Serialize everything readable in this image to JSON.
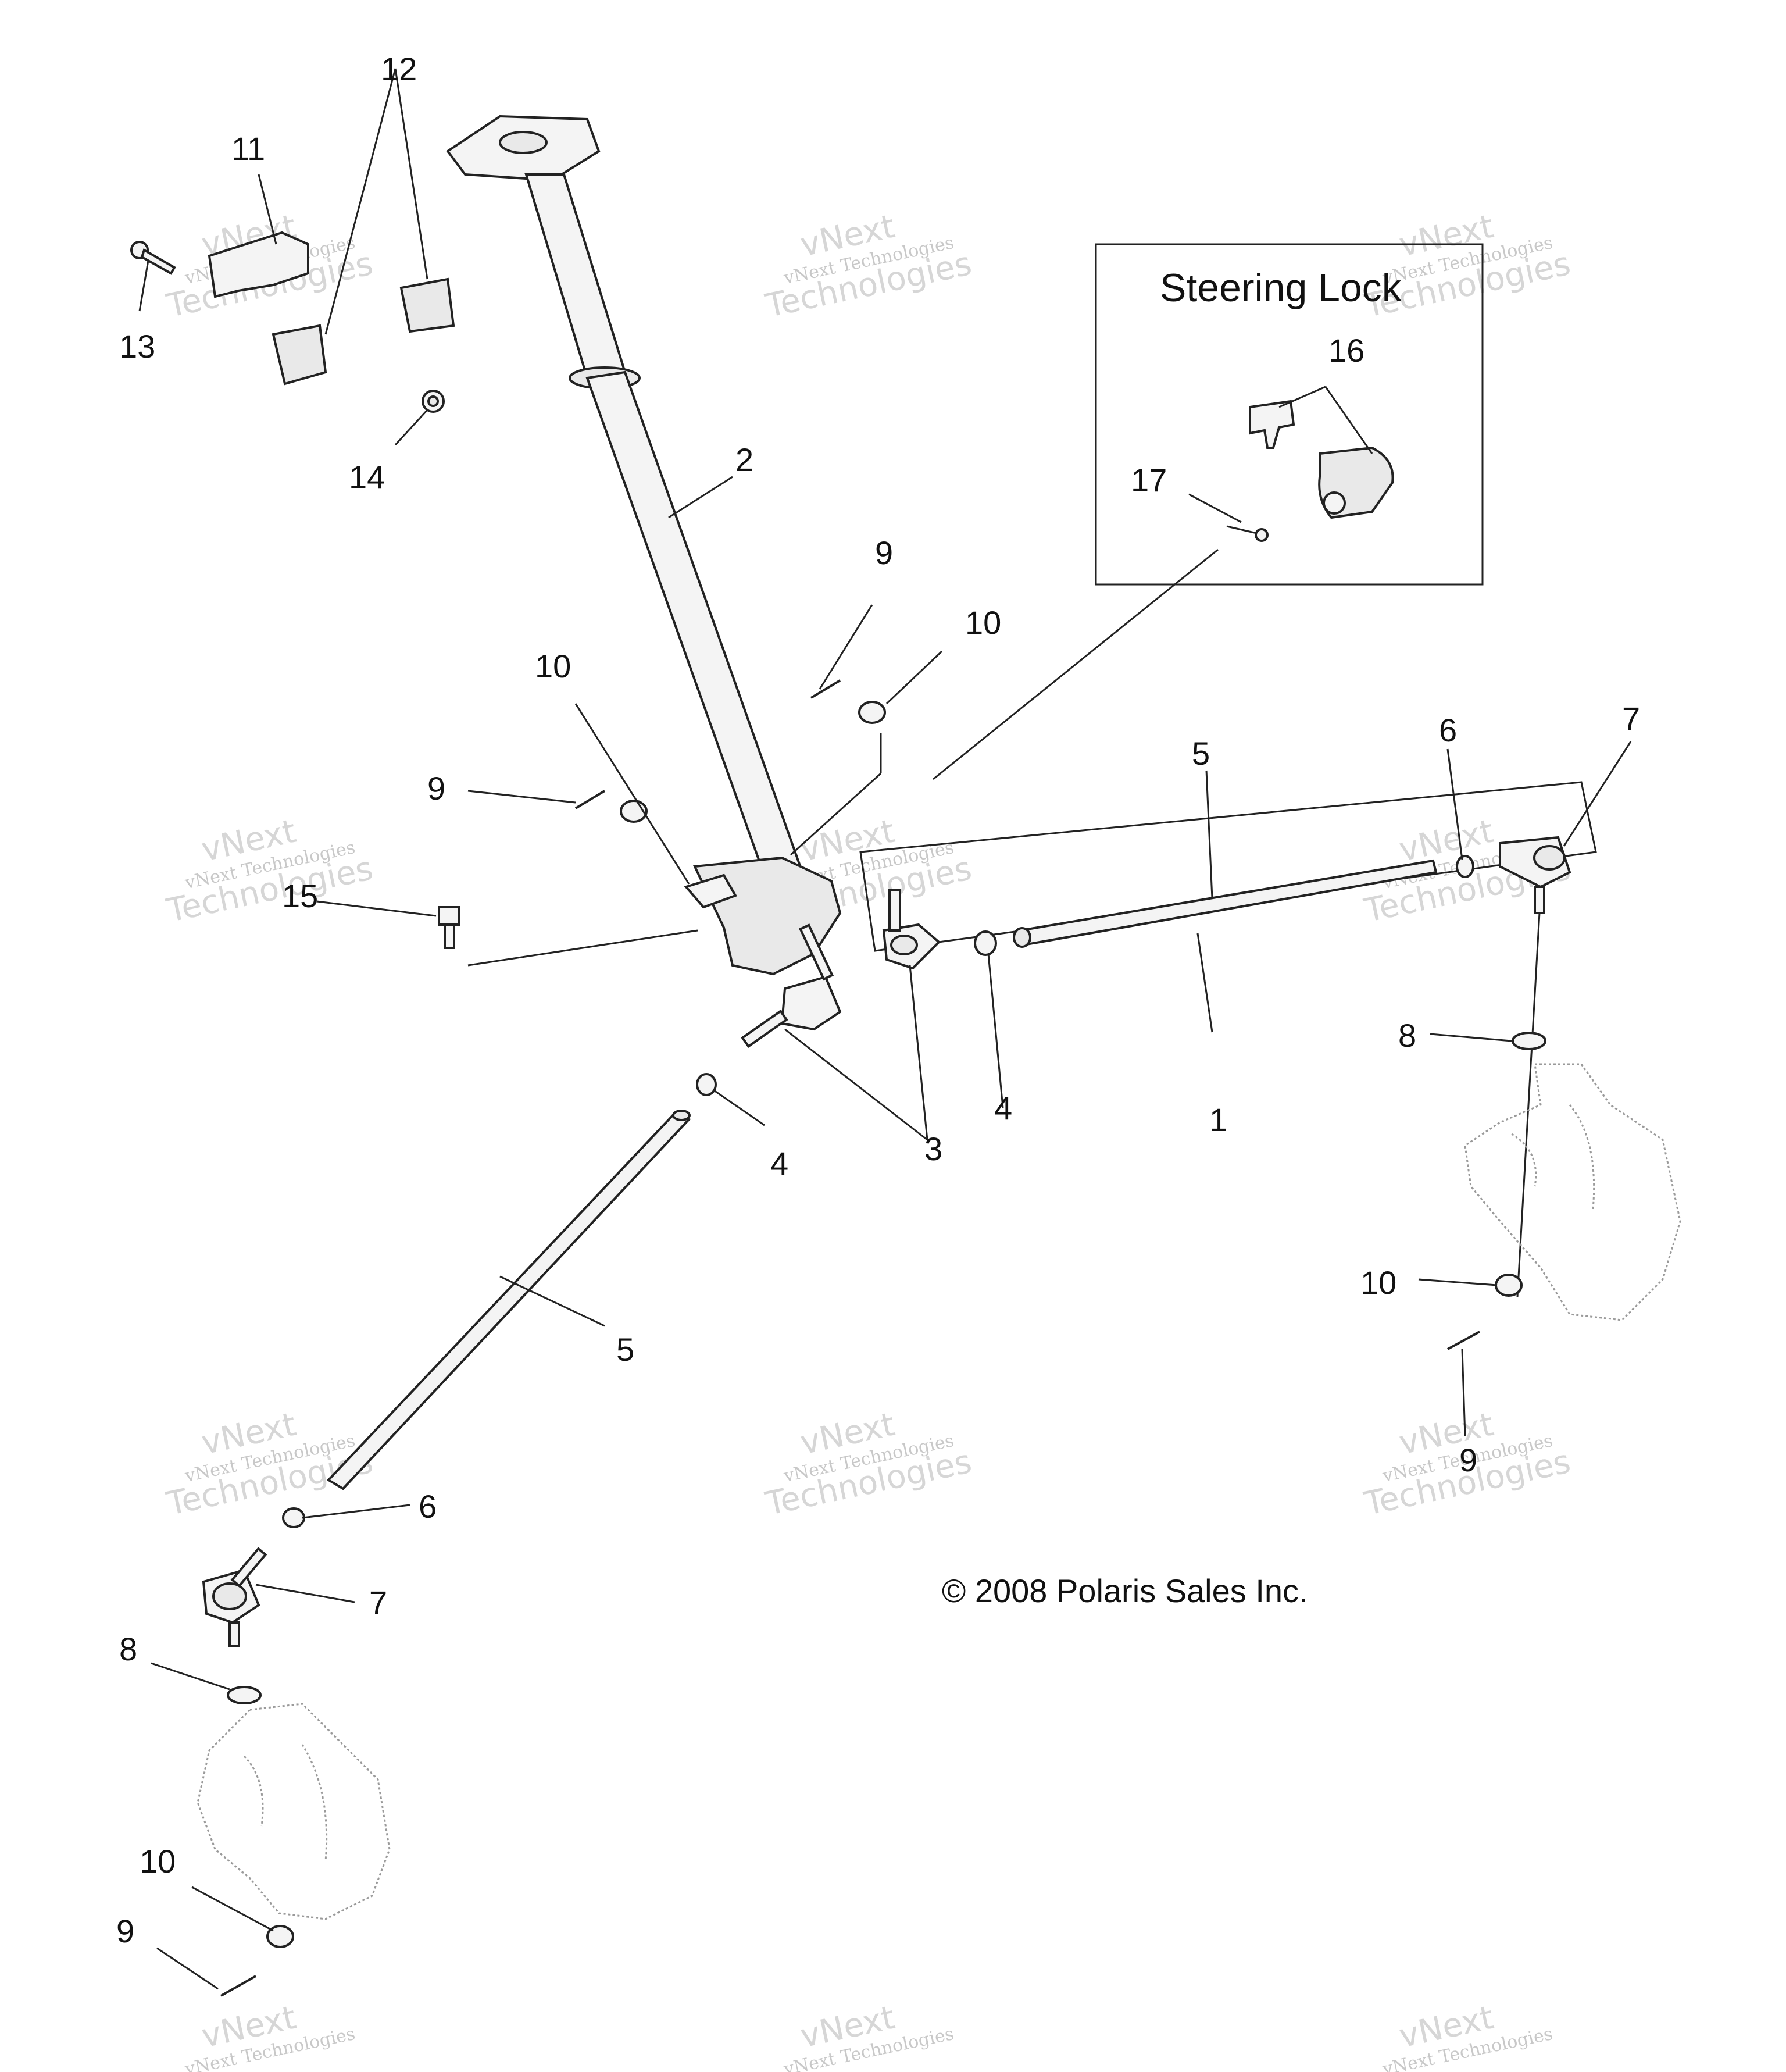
{
  "diagram": {
    "inset_title": "Steering Lock",
    "copyright": "© 2008 Polaris Sales Inc.",
    "callouts": {
      "c1": "1",
      "c2": "2",
      "c3": "3",
      "c4a": "4",
      "c4b": "4",
      "c5a": "5",
      "c5b": "5",
      "c6a": "6",
      "c6b": "6",
      "c7a": "7",
      "c7b": "7",
      "c8a": "8",
      "c8b": "8",
      "c9a": "9",
      "c9b": "9",
      "c9c": "9",
      "c9d": "9",
      "c10a": "10",
      "c10b": "10",
      "c10c": "10",
      "c10d": "10",
      "c11": "11",
      "c12": "12",
      "c13": "13",
      "c14": "14",
      "c15": "15",
      "c16": "16",
      "c17": "17"
    }
  },
  "watermark": {
    "line1": "vNext Technologies",
    "line2": "vNext",
    "line3": "Technologies"
  }
}
